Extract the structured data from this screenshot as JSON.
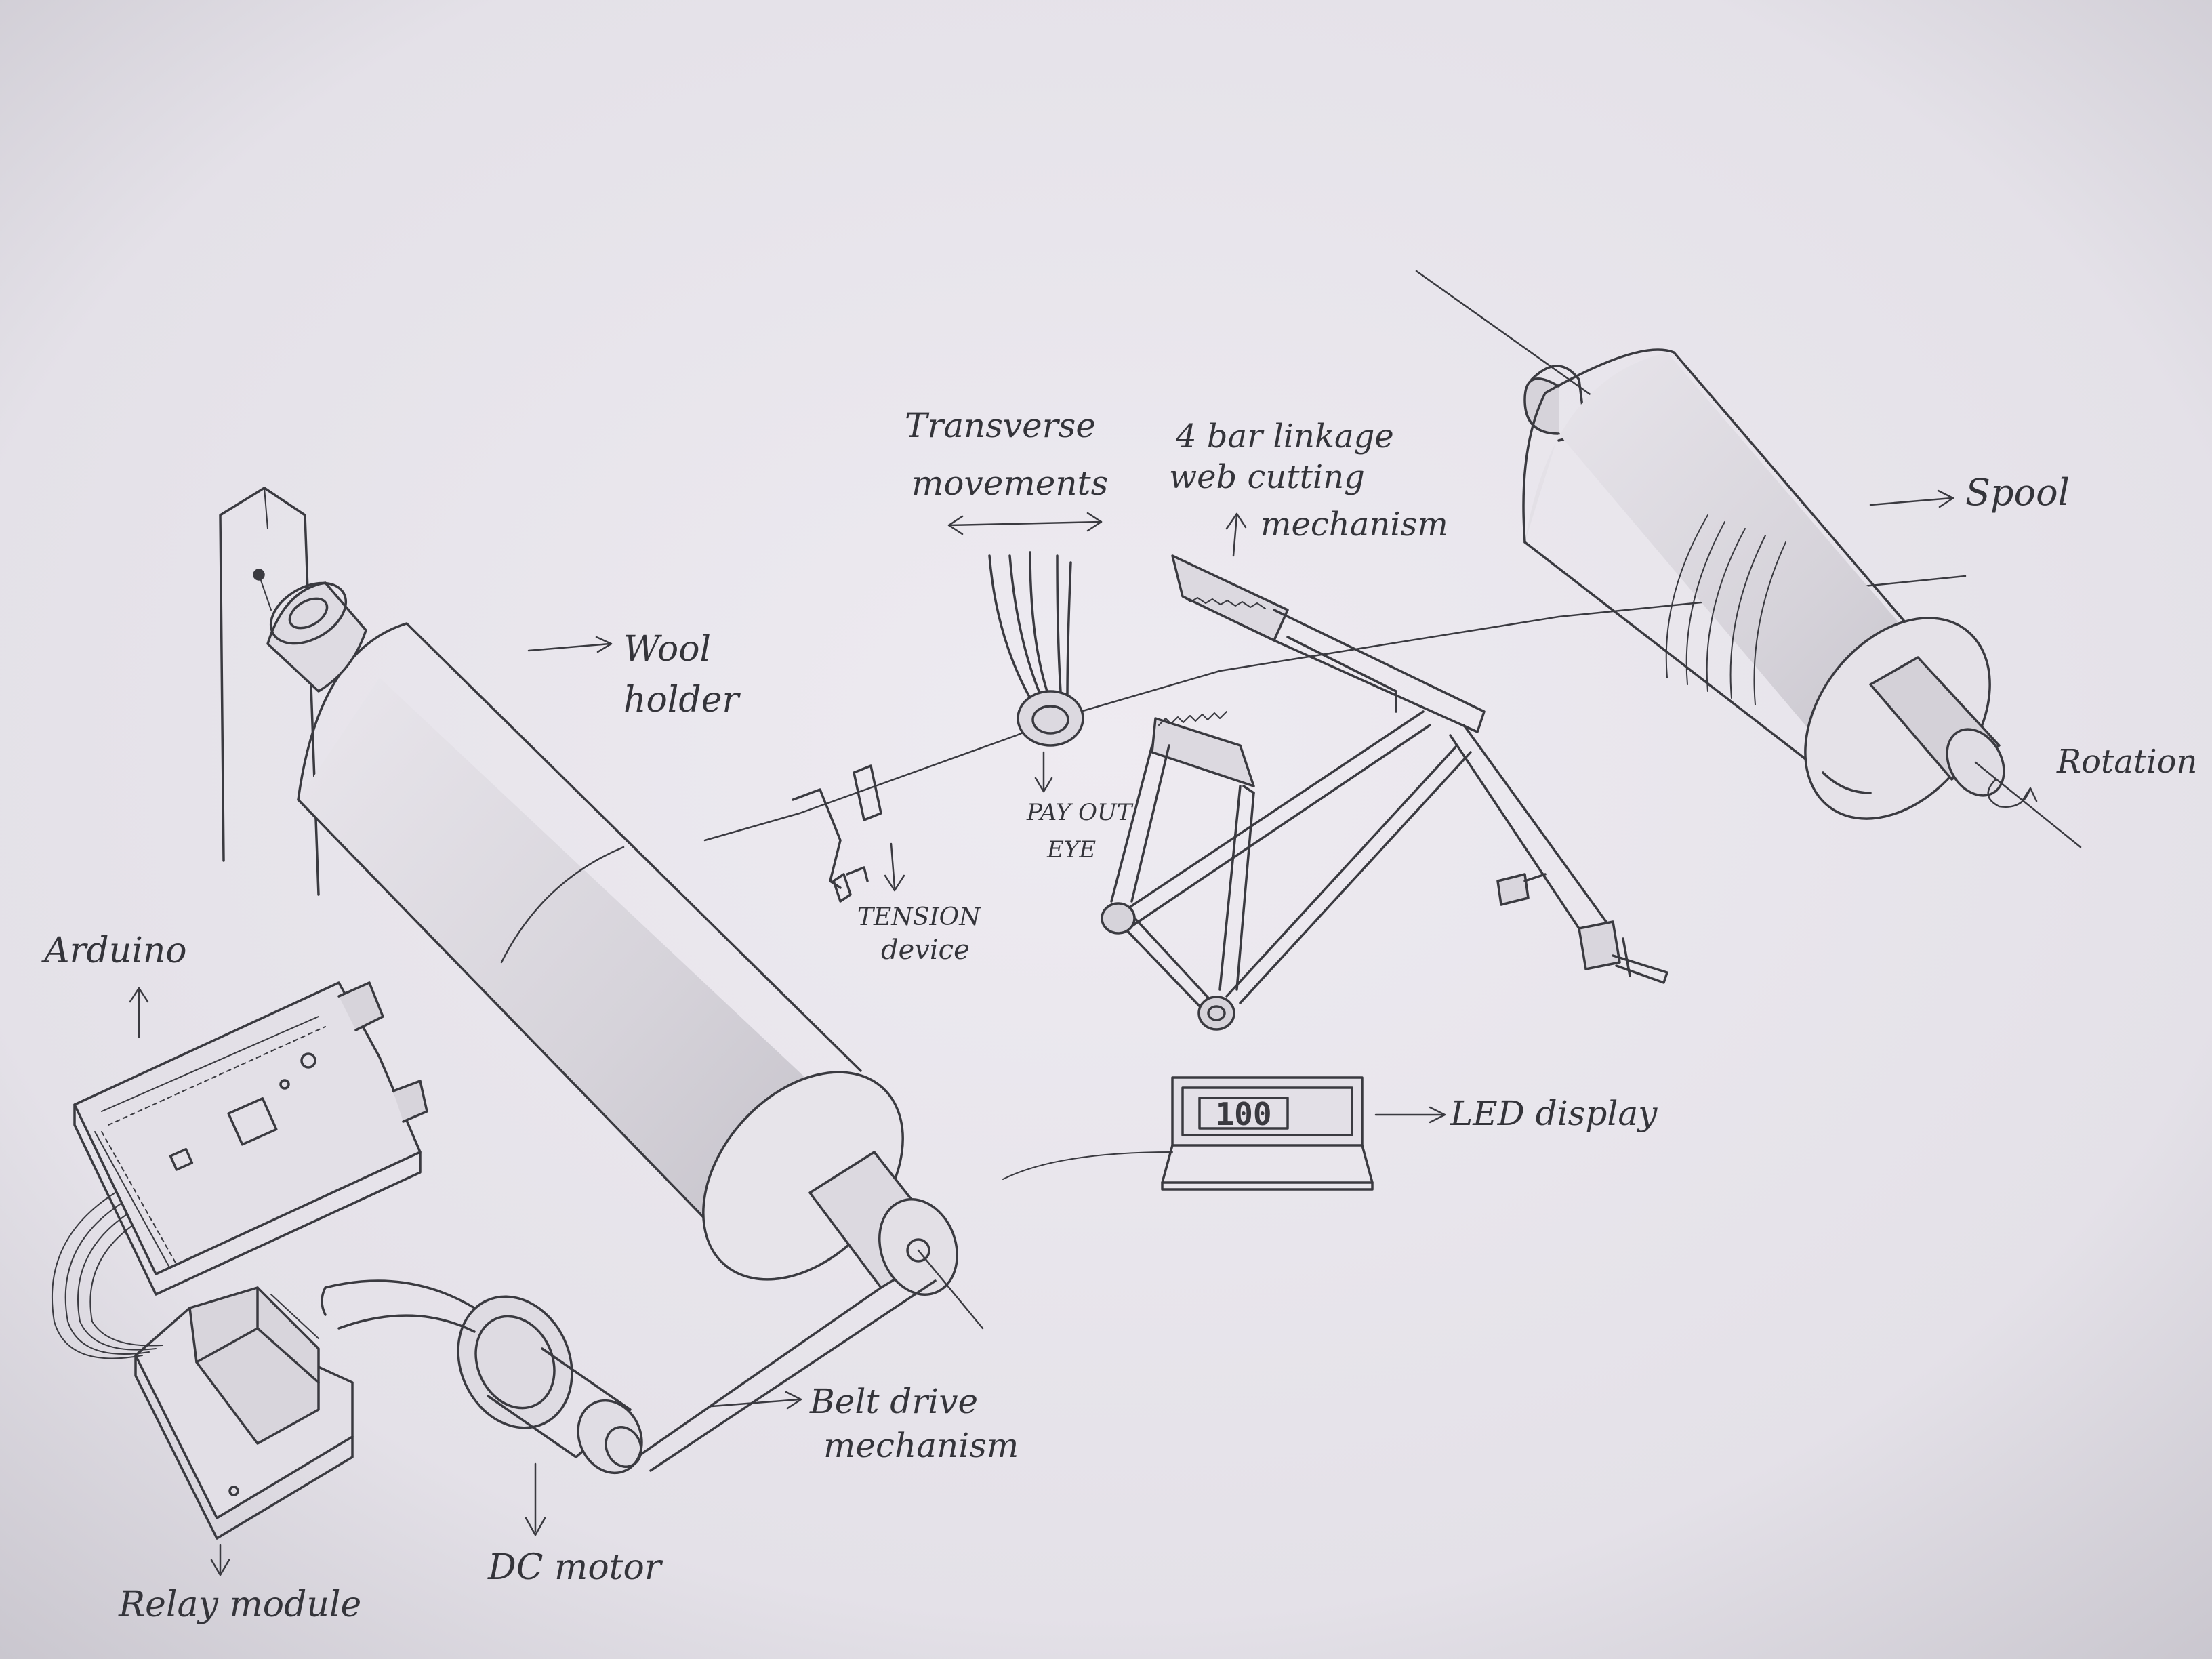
{
  "labels": {
    "wool_holder_l1": "Wool",
    "wool_holder_l2": "holder",
    "transverse_l1": "Transverse",
    "transverse_l2": "movements",
    "linkage_l1": "4 bar linkage",
    "linkage_l2": "web cutting",
    "linkage_l3": "mechanism",
    "spool": "Spool",
    "rotation": "Rotation",
    "pay_out_l1": "PAY OUT",
    "pay_out_l2": "EYE",
    "tension_l1": "TENSION",
    "tension_l2": "device",
    "arduino": "Arduino",
    "led_display": "LED display",
    "led_value": "100",
    "belt_l1": "Belt drive",
    "belt_l2": "mechanism",
    "dc_motor": "DC motor",
    "relay": "Relay module"
  },
  "colors": {
    "paper": "#e6e3ea",
    "pencil": "#3a3a40",
    "shade": "#9a98a0"
  }
}
